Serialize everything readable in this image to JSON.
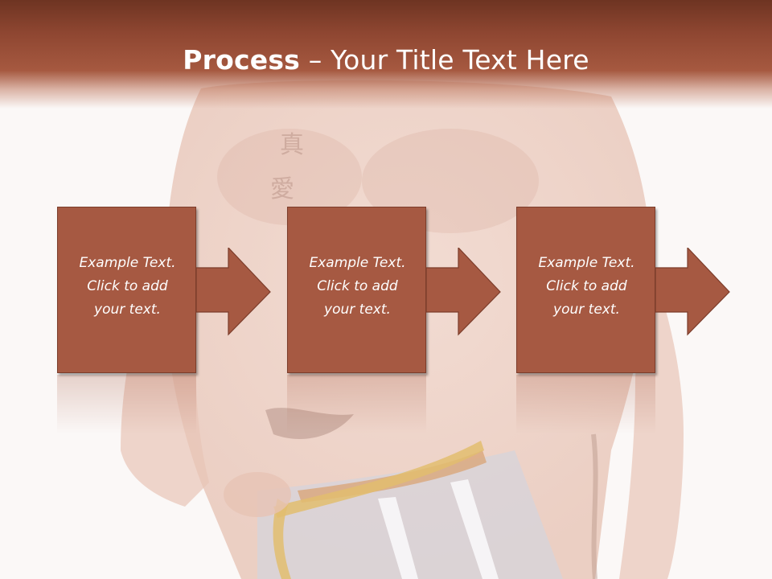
{
  "header": {
    "title_bold": "Process",
    "title_rest": " – Your Title Text Here"
  },
  "steps": [
    {
      "line1": "Example Text.",
      "line2": "Click  to add",
      "line3": "your text."
    },
    {
      "line1": "Example Text.",
      "line2": "Click  to add",
      "line3": "your text."
    },
    {
      "line1": "Example Text.",
      "line2": "Click  to add",
      "line3": "your text."
    }
  ],
  "colors": {
    "header_dark": "#6e3422",
    "header_mid": "#a65940",
    "box_fill": "#a65942",
    "box_border": "#7c3d2b",
    "background": "#fbf8f7"
  },
  "icons": [
    "right-arrow-icon"
  ]
}
